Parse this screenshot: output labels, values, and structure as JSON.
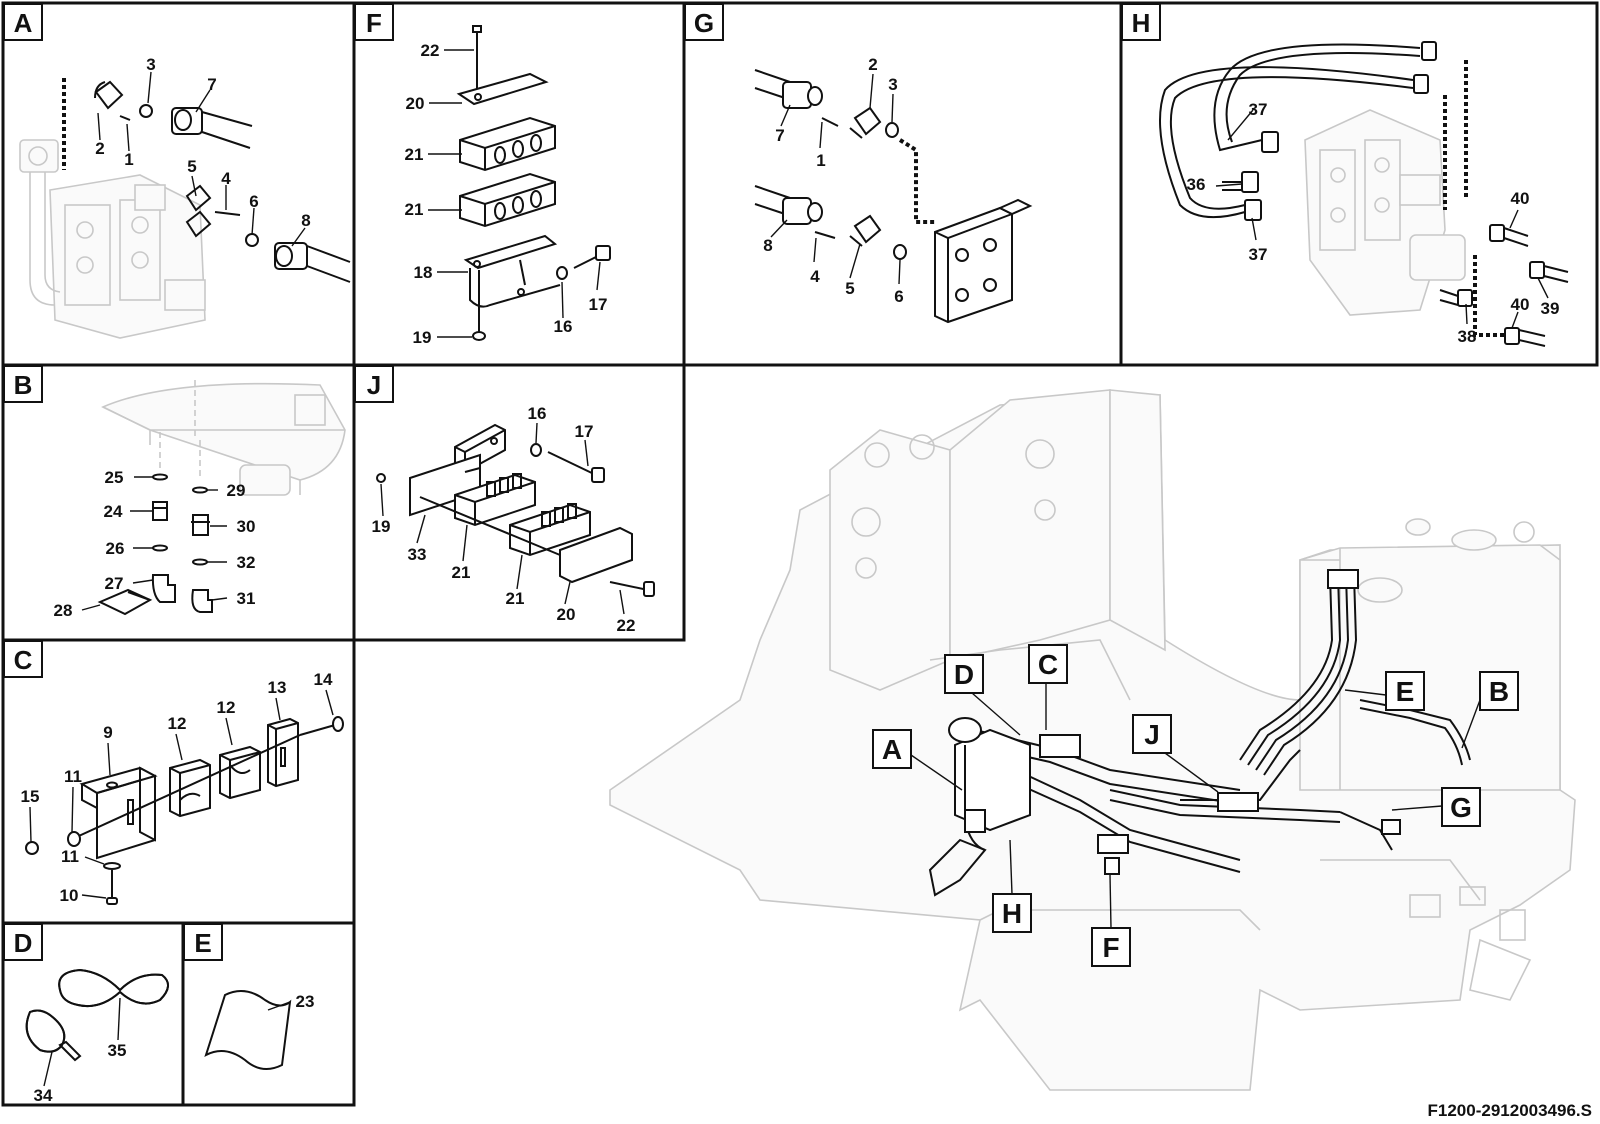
{
  "diagram_code": "F1200-2912003496.S",
  "panels": {
    "A": {
      "letter": "A",
      "labels": [
        "3",
        "7",
        "2",
        "1",
        "5",
        "4",
        "6",
        "8"
      ]
    },
    "F": {
      "letter": "F",
      "labels": [
        "22",
        "20",
        "21",
        "21",
        "18",
        "19",
        "16",
        "17"
      ]
    },
    "G": {
      "letter": "G",
      "labels": [
        "2",
        "3",
        "7",
        "1",
        "8",
        "4",
        "5",
        "6"
      ]
    },
    "H": {
      "letter": "H",
      "labels": [
        "37",
        "36",
        "37",
        "40",
        "39",
        "40",
        "38"
      ]
    },
    "B": {
      "letter": "B",
      "labels": [
        "25",
        "24",
        "26",
        "27",
        "28",
        "29",
        "30",
        "32",
        "31"
      ]
    },
    "J": {
      "letter": "J",
      "labels": [
        "16",
        "17",
        "19",
        "33",
        "21",
        "21",
        "20",
        "22"
      ]
    },
    "C": {
      "letter": "C",
      "labels": [
        "14",
        "13",
        "12",
        "12",
        "9",
        "11",
        "15",
        "11",
        "10"
      ]
    },
    "D": {
      "letter": "D",
      "labels": [
        "35",
        "34"
      ]
    },
    "E": {
      "letter": "E",
      "labels": [
        "23"
      ]
    }
  },
  "callouts": [
    "D",
    "C",
    "A",
    "J",
    "E",
    "B",
    "G",
    "H",
    "F"
  ]
}
